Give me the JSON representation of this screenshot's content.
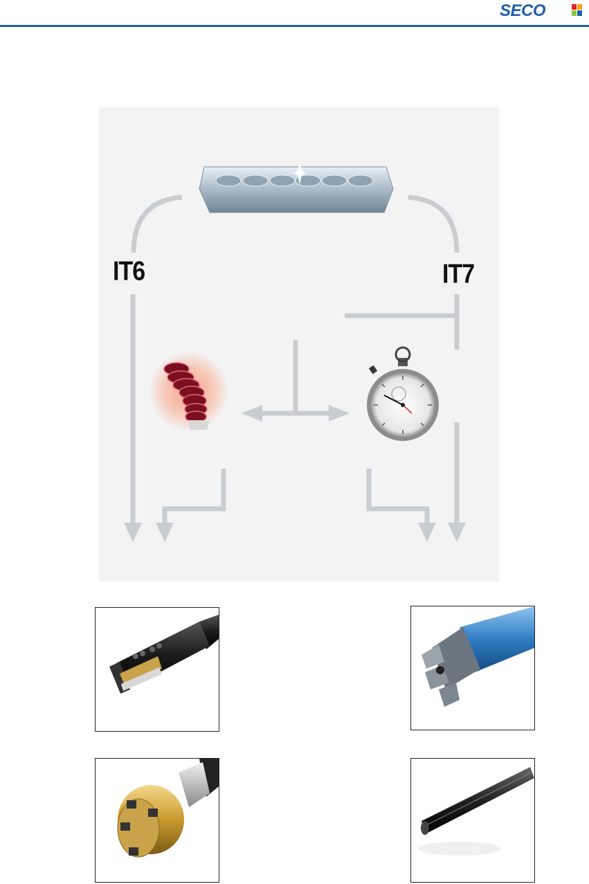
{
  "header": {
    "brand": "SECO",
    "rule_color": "#1f5fa8",
    "logo_squares": [
      "#e4252b",
      "#f7a21b",
      "#8cc63f",
      "#1f5fa8"
    ]
  },
  "diagram": {
    "tolerance_left": "IT6",
    "tolerance_right": "IT7",
    "center_image": "machined-part-with-holes",
    "left_icon": "chips-icon",
    "right_icon": "stopwatch-icon"
  },
  "tools": [
    {
      "name": "single-edge-reamer"
    },
    {
      "name": "blue-shank-multi-flute-reamer"
    },
    {
      "name": "gold-head-indexable-reamer"
    },
    {
      "name": "solid-carbide-reamer"
    }
  ]
}
